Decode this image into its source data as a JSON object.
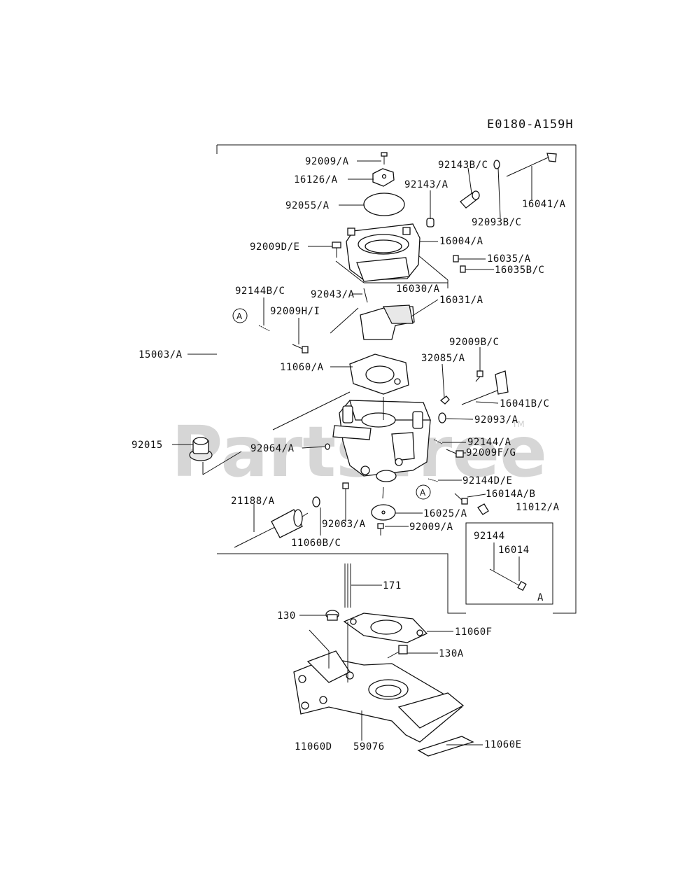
{
  "diagram_code": "E0180-A159H",
  "watermark": "PartsTree",
  "watermark_tm": "TM",
  "callout_letter": "A",
  "inset": {
    "part_a": "92144",
    "part_b": "16014",
    "tag": "A"
  },
  "labels": {
    "p92009A": "92009/A",
    "p16126A": "16126/A",
    "p92143BC": "92143B/C",
    "p92143A": "92143/A",
    "p92055A": "92055/A",
    "p16041A": "16041/A",
    "p92093BC": "92093B/C",
    "p16004A": "16004/A",
    "p92009DE": "92009D/E",
    "p16035A": "16035/A",
    "p16035BC": "16035B/C",
    "p16030A": "16030/A",
    "p92144BC": "92144B/C",
    "p92043A": "92043/A",
    "p92009HI": "92009H/I",
    "p16031A": "16031/A",
    "p15003A": "15003/A",
    "p92009BC": "92009B/C",
    "p11060A": "11060/A",
    "p32085A": "32085/A",
    "p16041BC": "16041B/C",
    "p92093A": "92093/A",
    "p92015": "92015",
    "p92144A": "92144/A",
    "p92064A": "92064/A",
    "p92009FG": "92009F/G",
    "p92144DE": "92144D/E",
    "p16014AB": "16014A/B",
    "p21188A": "21188/A",
    "p11012A": "11012/A",
    "p16025A": "16025/A",
    "p92063A": "92063/A",
    "p92009A2": "92009/A",
    "p11060BC": "11060B/C",
    "p171": "171",
    "p130": "130",
    "p11060F": "11060F",
    "p130A": "130A",
    "p11060D": "11060D",
    "p59076": "59076",
    "p11060E": "11060E"
  }
}
